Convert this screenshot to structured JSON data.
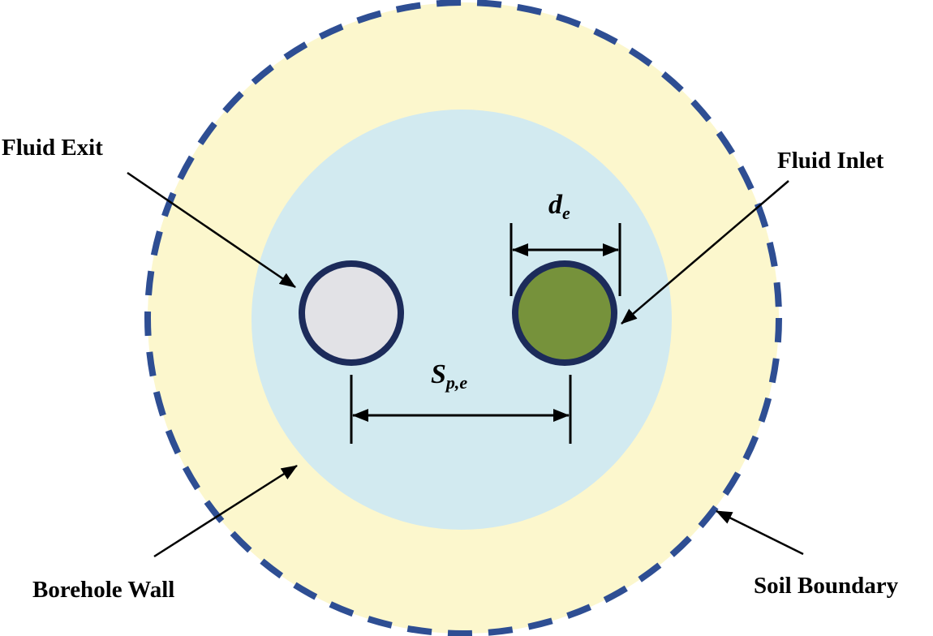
{
  "labels": {
    "fluid_exit": "Fluid Exit",
    "fluid_inlet": "Fluid Inlet",
    "borehole_wall": "Borehole Wall",
    "soil_boundary": "Soil Boundary"
  },
  "dimensions": {
    "pipe_diameter": {
      "main": "d",
      "sub": "e"
    },
    "pipe_spacing": {
      "main": "S",
      "sub": "p,e"
    }
  },
  "colors": {
    "soil": "#fcf7cd",
    "soil_boundary": "#2e4e93",
    "grout": "#d2eaf0",
    "pipe_wall": "#1c2b5a",
    "exit_pipe_fill": "#e2e2e6",
    "inlet_pipe_fill": "#76923b"
  }
}
